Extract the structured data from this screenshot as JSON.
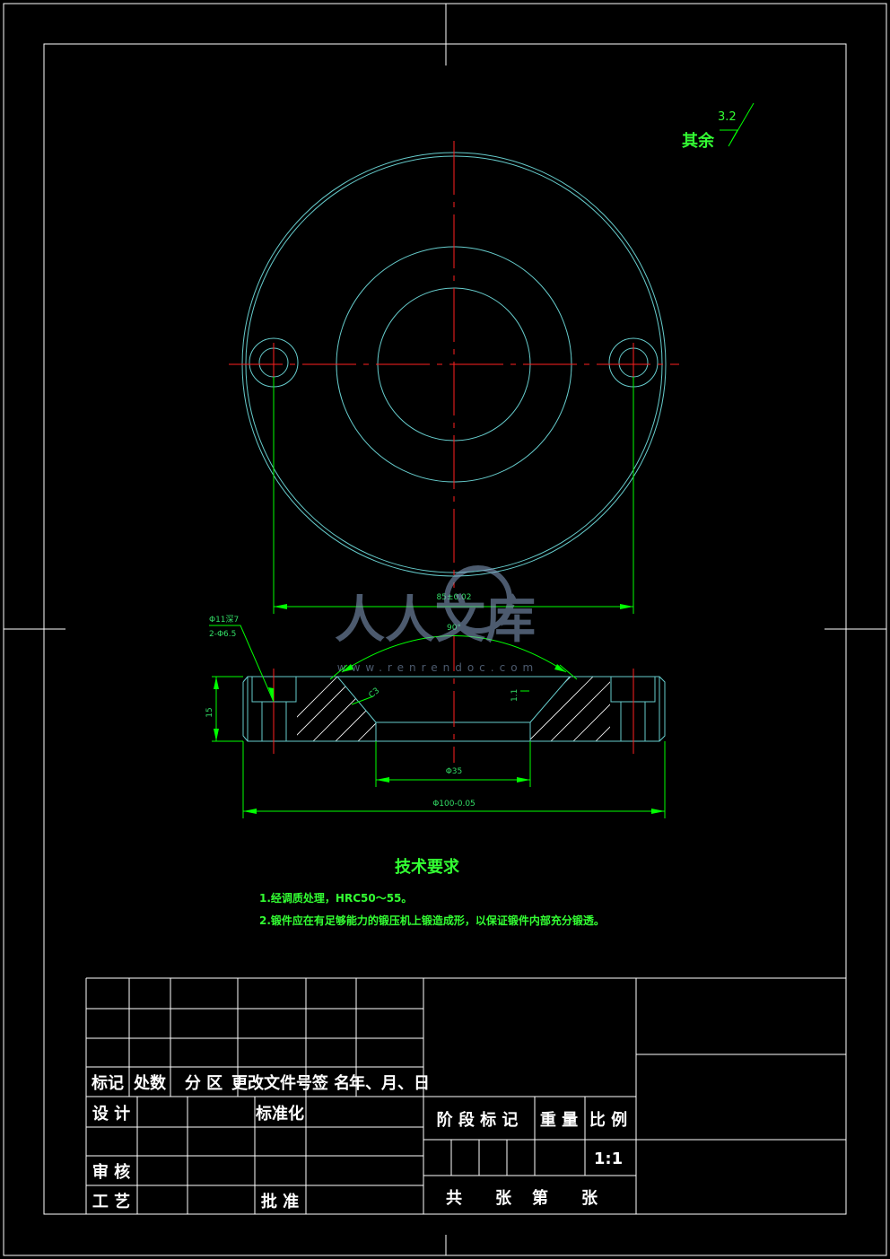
{
  "colors": {
    "background": "#000000",
    "frame": "#ffffff",
    "outline": "#66cccc",
    "centerline": "#ff2020",
    "dimension": "#00ff00",
    "hatch": "#ffffff",
    "text": "#33ff33",
    "watermark": "#8aa5c8"
  },
  "surface_finish": {
    "label": "其余",
    "value": "3.2"
  },
  "dimensions": {
    "bolt_spacing": "85±0.02",
    "chamfer_angle": "90°",
    "hole_spec_line1": "Φ11深7",
    "hole_spec_line2": "2-Φ6.5",
    "height": "15",
    "chamfer_left": "C3",
    "chamfer_right": "1.1",
    "bore_diameter": "Φ35",
    "outer_diameter": "Φ100-0.05"
  },
  "tech_requirements": {
    "title": "技术要求",
    "items": [
      "1.经调质处理，HRC50～55。",
      "2.锻件应在有足够能力的锻压机上锻造成形，以保证锻件内部充分锻透。"
    ]
  },
  "title_block": {
    "rev_headers": [
      "标记",
      "处数",
      "分 区",
      "更改文件号",
      "签 名",
      "年、月、日"
    ],
    "design": "设 计",
    "standardization": "标准化",
    "review": "审 核",
    "process": "工 艺",
    "approve": "批 准",
    "stage_mark": "阶 段 标 记",
    "weight": "重 量",
    "ratio_label": "比 例",
    "ratio_value": "1:1",
    "sheets": [
      "共",
      "张",
      "第",
      "张"
    ]
  },
  "watermark": {
    "text": "人人文库",
    "url": "www.renrendoc.com"
  }
}
